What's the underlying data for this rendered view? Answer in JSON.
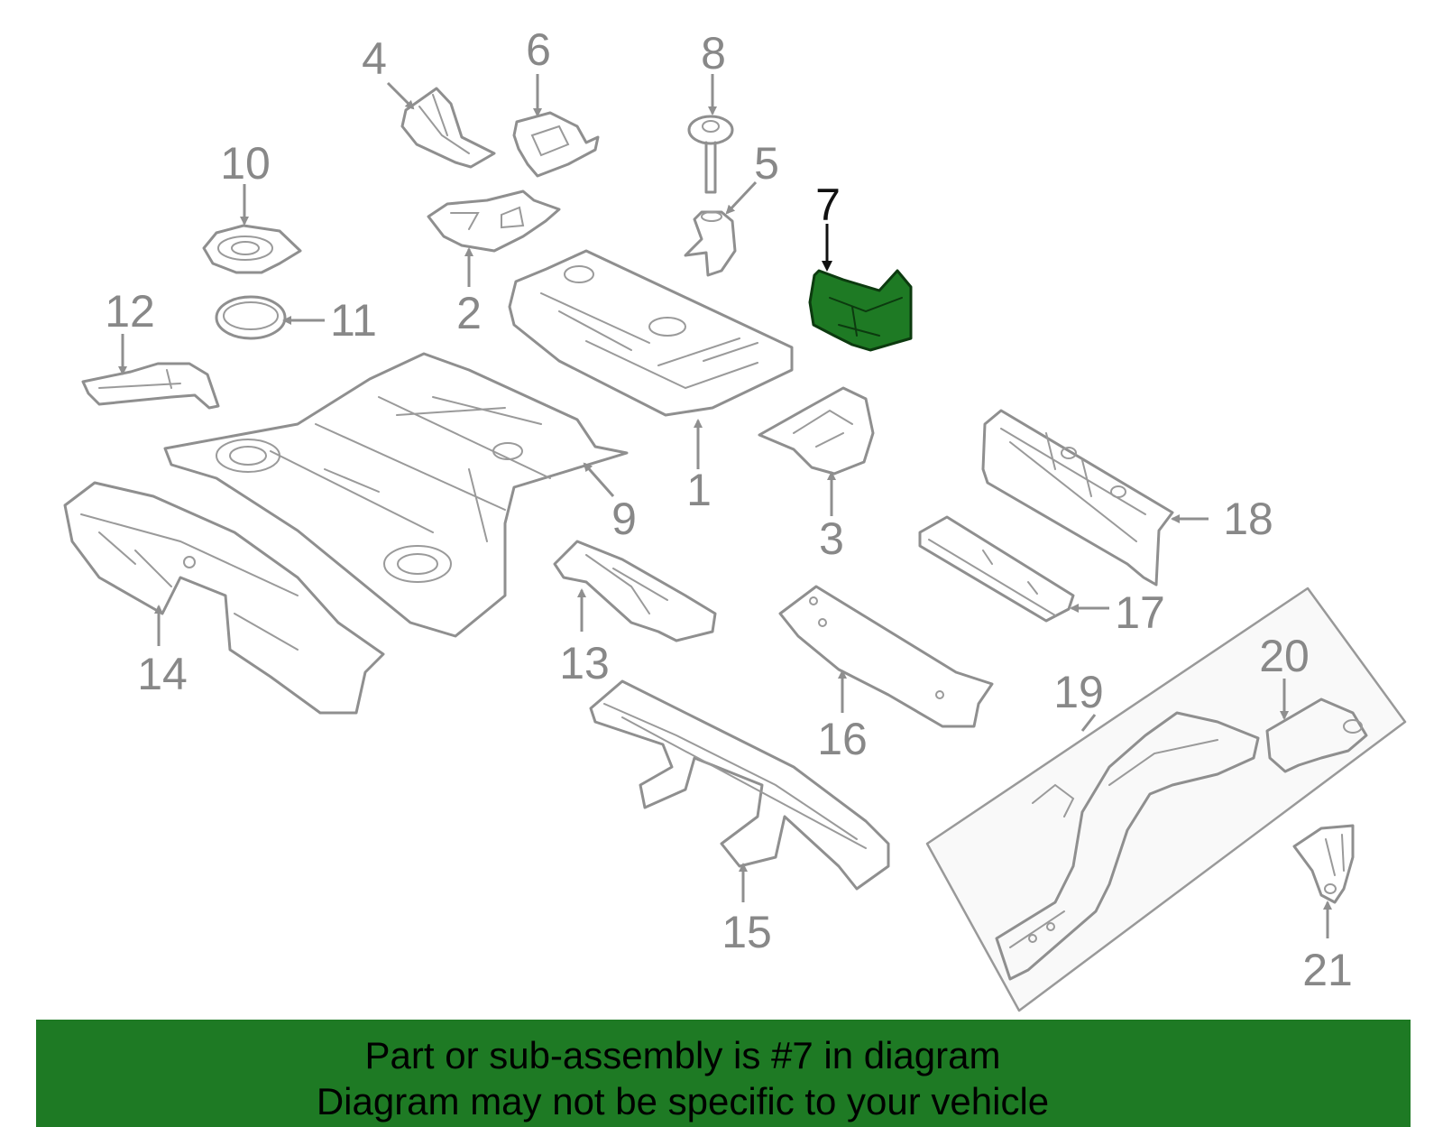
{
  "callouts": {
    "n1": "1",
    "n2": "2",
    "n3": "3",
    "n4": "4",
    "n5": "5",
    "n6": "6",
    "n7": "7",
    "n8": "8",
    "n9": "9",
    "n10": "10",
    "n11": "11",
    "n12": "12",
    "n13": "13",
    "n14": "14",
    "n15": "15",
    "n16": "16",
    "n17": "17",
    "n18": "18",
    "n19": "19",
    "n20": "20",
    "n21": "21"
  },
  "highlighted_part": "7",
  "colors": {
    "highlight": "#1e7a24",
    "part_outline": "#8f8f8f",
    "caption_bg": "#1e7a24"
  },
  "caption": {
    "line1": "Part or sub-assembly is #7 in diagram",
    "line2": "Diagram may not be specific to your vehicle"
  }
}
